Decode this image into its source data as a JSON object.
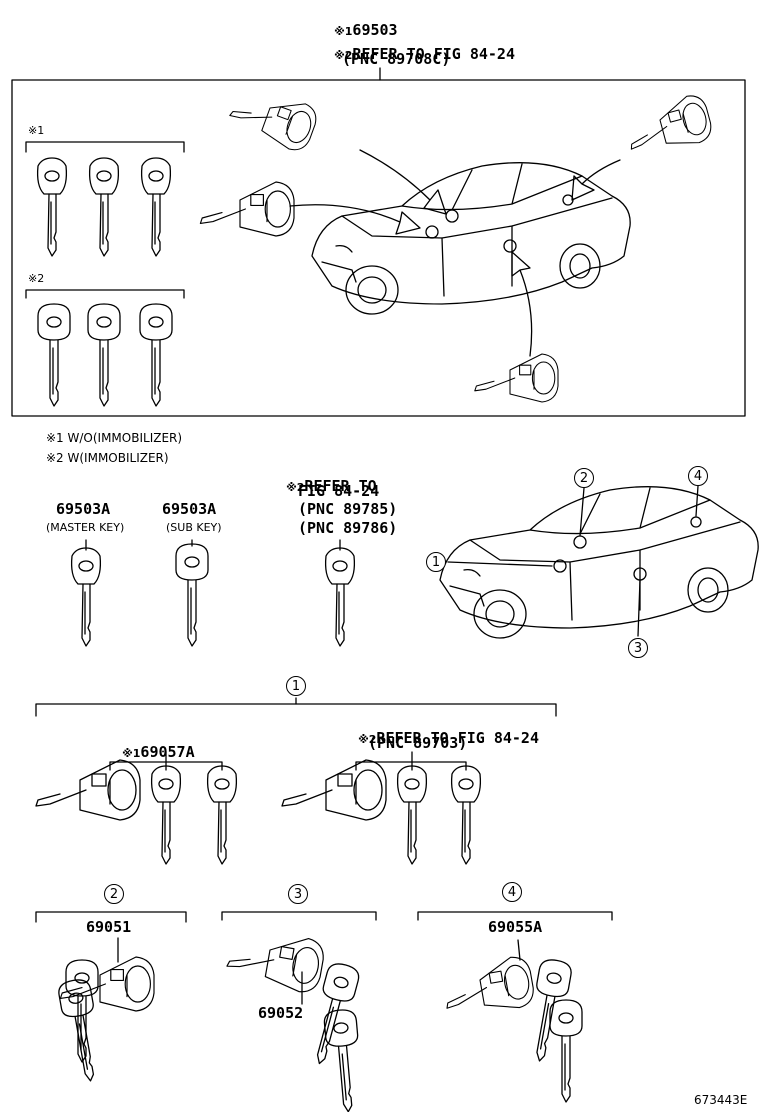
{
  "top": {
    "part": "69503",
    "refer": "REFER TO FIG 84-24",
    "pnc": "(PNC 89708C)",
    "mark1": "※1",
    "mark2": "※2"
  },
  "legend": {
    "note1": "※1 W/O(IMMOBILIZER)",
    "note2": "※2 W(IMMOBILIZER)"
  },
  "keys": {
    "master_part": "69503A",
    "master_label": "(MASTER KEY)",
    "sub_part": "69503A",
    "sub_label": "(SUB KEY)",
    "refer_mark": "※2",
    "refer_line1": "REFER TO",
    "refer_line2": "FIG 84-24",
    "refer_line3": "(PNC 89785)",
    "refer_line4": "(PNC 89786)"
  },
  "callouts": [
    "1",
    "2",
    "3",
    "4"
  ],
  "group1": {
    "num": "1",
    "mark1": "※1",
    "part": "69057A",
    "mark2": "※2",
    "refer": "REFER TO FIG 84-24",
    "pnc": "(PNC 89703)"
  },
  "group2": {
    "num": "2",
    "part": "69051"
  },
  "group3": {
    "num": "3",
    "part": "69052"
  },
  "group4": {
    "num": "4",
    "part": "69055A"
  },
  "figure_id": "673443E"
}
